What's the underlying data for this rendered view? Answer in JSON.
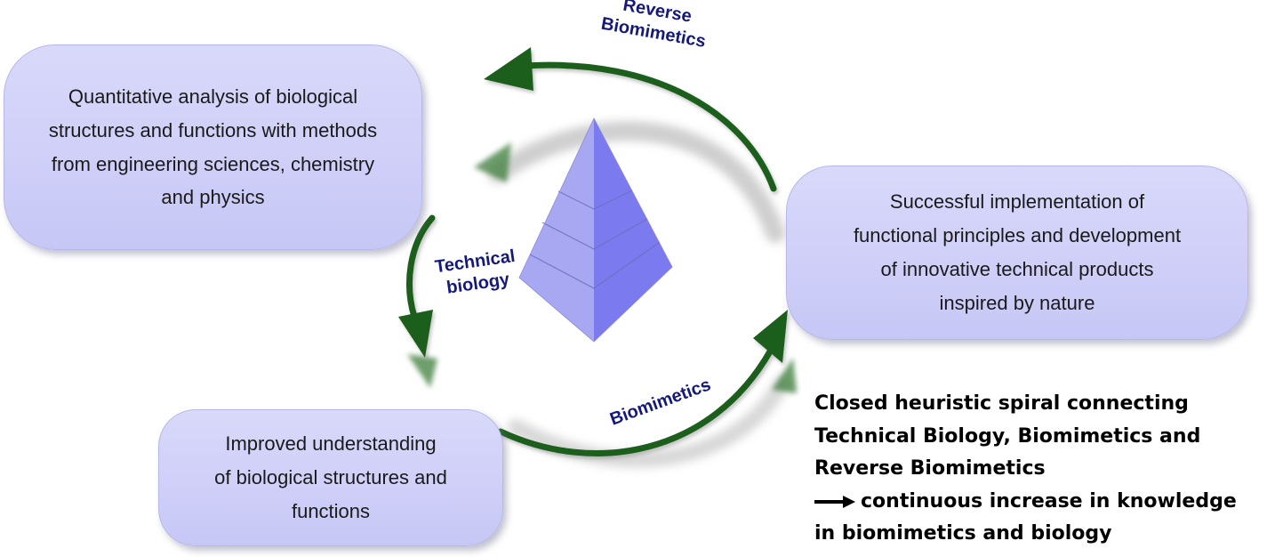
{
  "colors": {
    "box_fill": "#d2d2f8",
    "arrow": "#1c5e1a",
    "arrow_label": "#151a7a",
    "pyramid_light": "#a8a8f2",
    "pyramid_dark": "#7b7bef",
    "caption_text": "#000000"
  },
  "boxes": {
    "quantitative": {
      "lines": [
        "Quantitative analysis of biological",
        "structures and functions with methods",
        "from engineering sciences, chemistry",
        "and physics"
      ]
    },
    "successful": {
      "lines": [
        "Successful implementation of",
        "functional principles and development",
        "of innovative technical products",
        "inspired by nature"
      ]
    },
    "improved": {
      "lines": [
        "Improved understanding",
        "of biological structures and",
        "functions"
      ]
    }
  },
  "arrows": {
    "reverse_biomimetics": {
      "label_lines": [
        "Reverse",
        "Biomimetics"
      ]
    },
    "technical_biology": {
      "label_lines": [
        "Technical",
        "biology"
      ]
    },
    "biomimetics": {
      "label_lines": [
        "Biomimetics"
      ]
    }
  },
  "caption": {
    "lines": [
      "Closed heuristic spiral connecting",
      "Technical Biology, Biomimetics and",
      "Reverse Biomimetics",
      "continuous increase in knowledge",
      "in biomimetics and biology"
    ],
    "arrow_icon": "right-arrow-icon"
  },
  "pyramid": {
    "levels": 4,
    "icon": "pyramid-icon"
  }
}
